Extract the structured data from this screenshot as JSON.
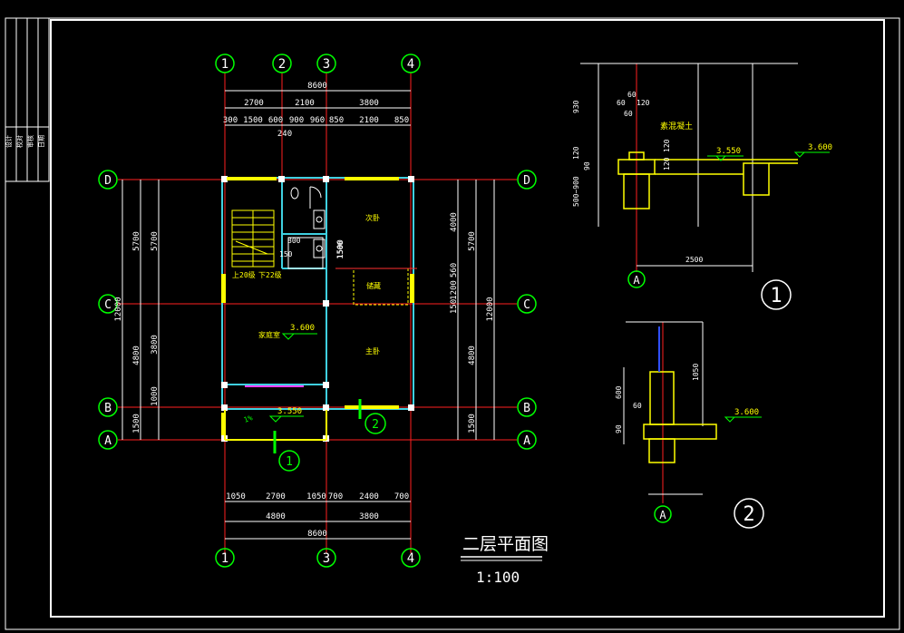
{
  "title_block": [
    "设计",
    "校对",
    "审核",
    "日期"
  ],
  "plan": {
    "title": "二层平面图",
    "scale": "1:100",
    "top_axes": [
      "1",
      "2",
      "3",
      "4"
    ],
    "bottom_axes": [
      "1",
      "3",
      "4"
    ],
    "row_axes": [
      "D",
      "C",
      "B",
      "A"
    ],
    "top_dims": {
      "overall": "8600",
      "row2": [
        "2700",
        "2100",
        "3800"
      ],
      "row3": [
        "300",
        "1500",
        "600",
        "900",
        "960",
        "850",
        "2100",
        "850"
      ],
      "extra": "240"
    },
    "bottom_dims": {
      "row1": [
        "1050",
        "2700",
        "1050",
        "700",
        "2400",
        "700"
      ],
      "row2": [
        "4800",
        "3800"
      ],
      "overall": "8600"
    },
    "left_dims": {
      "overall": "12000",
      "mid": [
        "5700",
        "4800",
        "1500"
      ],
      "inner": [
        "5700",
        "3800",
        "1000"
      ]
    },
    "right_dims": {
      "overall": "12000",
      "mid": [
        "5700",
        "4800",
        "1500"
      ],
      "inner": [
        "4000",
        "1500",
        "560",
        "1200"
      ],
      "inner_extra": "150"
    },
    "rooms": {
      "bedroom2": "次卧",
      "master": "主卧",
      "family": "家庭室",
      "storage": "储藏",
      "stair_up": "上20级",
      "stair_down": "下22级"
    },
    "inner_labels": [
      "800",
      "150",
      "1500"
    ],
    "levels": {
      "family": "3.600",
      "balcony": "3.550",
      "slope": "1%"
    },
    "callouts": [
      "1",
      "2"
    ]
  },
  "detail1": {
    "axis": "A",
    "label": "素混凝土",
    "dims_left": [
      "930",
      "120",
      "90",
      "500~900"
    ],
    "dims_top": [
      "60",
      "60",
      "120",
      "60"
    ],
    "dims_mid": [
      "120",
      "120"
    ],
    "width": "2500",
    "levels": [
      "3.550",
      "3.600"
    ],
    "number": "1"
  },
  "detail2": {
    "axis": "A",
    "dims": [
      "600",
      "60",
      "90",
      "1050"
    ],
    "level": "3.600",
    "number": "2"
  }
}
